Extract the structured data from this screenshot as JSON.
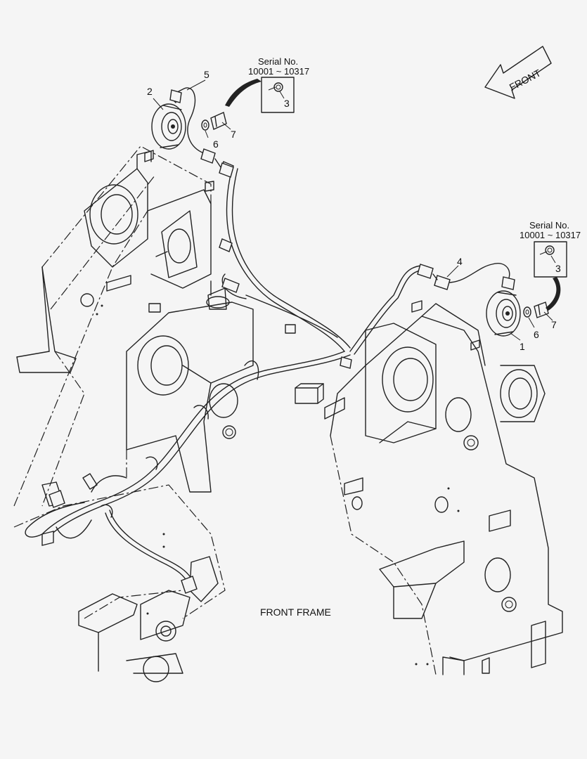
{
  "front_arrow": {
    "label": "FRONT"
  },
  "serial_left": {
    "line1": "Serial No.",
    "line2": "10001 ~ 10317",
    "callout": "3"
  },
  "serial_right": {
    "line1": "Serial No.",
    "line2": "10001 ~ 10317",
    "callout": "3"
  },
  "callouts_left": {
    "c2": "2",
    "c5": "5",
    "c6": "6",
    "c7": "7"
  },
  "callouts_right": {
    "c1": "1",
    "c4": "4",
    "c6": "6",
    "c7": "7"
  },
  "caption": "FRONT FRAME"
}
